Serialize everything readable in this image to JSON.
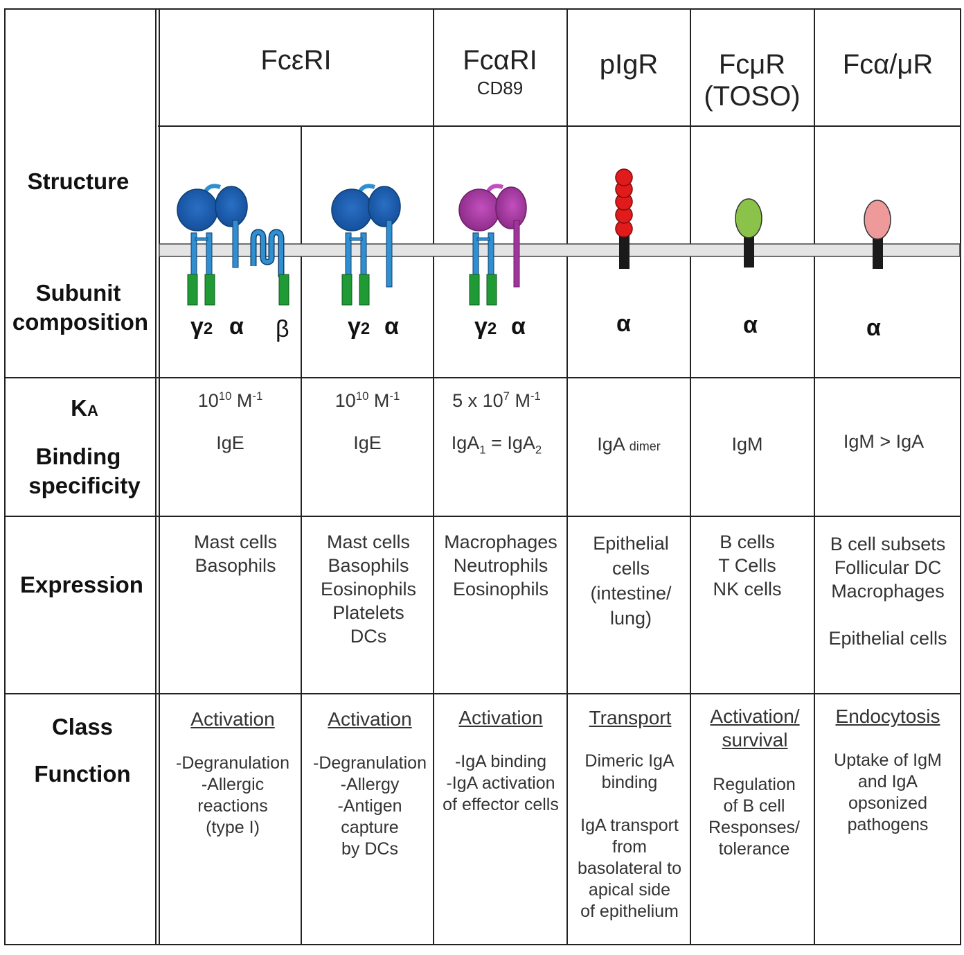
{
  "row_labels": {
    "structure": "Structure",
    "subunit_1": "Subunit",
    "subunit_2": "composition",
    "ka": "K",
    "ka_sub": "A",
    "binding_1": "Binding",
    "binding_2": "specificity",
    "expression": "Expression",
    "class": "Class",
    "function": "Function"
  },
  "headers": {
    "fceri": "FcεRI",
    "fcari": "FcαRI",
    "fcari_sub": "CD89",
    "pigr": "pIgR",
    "fcmur_1": "FcμR",
    "fcmur_2": "(TOSO)",
    "fcamur": "Fcα/μR"
  },
  "subunits": {
    "gamma": "γ",
    "gamma_sub": "2",
    "alpha": "α",
    "beta": "β"
  },
  "ka": {
    "c1_base": "10",
    "c1_exp": "10",
    "c1_unit": " M",
    "c1_unit_exp": "-1",
    "c2_base": "10",
    "c2_exp": "10",
    "c2_unit": " M",
    "c2_unit_exp": "-1",
    "c3_base": "5 x 10",
    "c3_exp": "7",
    "c3_unit": " M",
    "c3_unit_exp": "-1"
  },
  "binding": {
    "c1": "IgE",
    "c2": "IgE",
    "c3_a": "IgA",
    "c3_a_sub": "1",
    "c3_eq": " = IgA",
    "c3_b_sub": "2",
    "c4": "IgA",
    "c4_sub": "dimer",
    "c5": "IgM",
    "c6": "IgM > IgA"
  },
  "expression": {
    "c1": [
      "Mast cells",
      "Basophils"
    ],
    "c2": [
      "Mast cells",
      "Basophils",
      "Eosinophils",
      "Platelets",
      "DCs"
    ],
    "c3": [
      "Macrophages",
      "Neutrophils",
      "Eosinophils"
    ],
    "c4": [
      "Epithelial",
      "cells",
      "(intestine/",
      "lung)"
    ],
    "c5": [
      "B cells",
      "T Cells",
      "NK cells"
    ],
    "c6": [
      "B cell subsets",
      "Follicular DC",
      "Macrophages",
      "",
      "Epithelial cells"
    ]
  },
  "class": {
    "c1": "Activation",
    "c2": "Activation",
    "c3": "Activation",
    "c4": "Transport",
    "c5_1": "Activation/",
    "c5_2": "survival",
    "c6": "Endocytosis"
  },
  "function": {
    "c1": [
      "-Degranulation",
      "-Allergic",
      "reactions",
      "(type I)"
    ],
    "c2": [
      "-Degranulation",
      "-Allergy",
      "-Antigen",
      "capture",
      "by DCs"
    ],
    "c3": [
      "-IgA binding",
      "-IgA activation",
      "of effector cells"
    ],
    "c4": [
      "Dimeric IgA",
      "binding",
      "",
      "IgA transport",
      "from",
      "basolateral to",
      "apical side",
      "of epithelium"
    ],
    "c5": [
      "Regulation",
      "of B cell",
      "Responses/",
      "tolerance"
    ],
    "c6": [
      "Uptake of IgM",
      "and IgA",
      "opsonized",
      "pathogens"
    ]
  },
  "colors": {
    "blue": "#1d5fb0",
    "blue_tail": "#2f8fd0",
    "green": "#1f9a35",
    "purple": "#a0349a",
    "red": "#e11b1b",
    "lime": "#8bc34a",
    "pink": "#ee9a9a",
    "membrane": "#e4e4e4"
  }
}
